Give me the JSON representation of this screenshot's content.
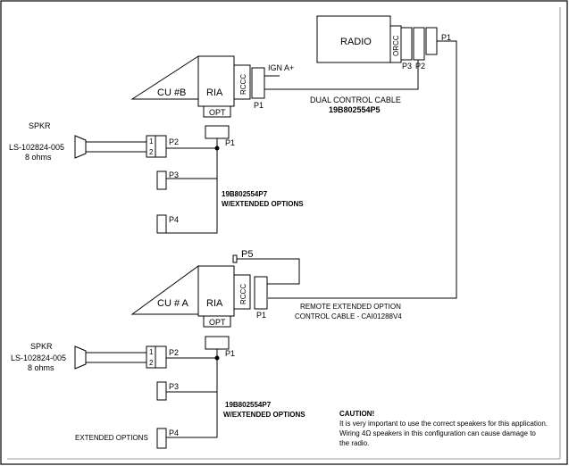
{
  "radio": {
    "label": "RADIO",
    "orcc": "ORCC",
    "p3": "P3",
    "p2": "P2",
    "p1": "P1"
  },
  "top_cu": {
    "cu_label": "CU #B",
    "ria_label": "RIA",
    "rccc_label": "RCCC",
    "opt_label": "OPT",
    "p1_label": "P1",
    "ign_label": "IGN A+",
    "p1_below": "P1"
  },
  "dual_cable": {
    "line1": "DUAL CONTROL CABLE",
    "line2": "19B802554P5"
  },
  "top_spkr": {
    "title": "SPKR",
    "part": "LS-102824-005",
    "ohms": "8 ohms",
    "pin1": "1",
    "pin2": "2"
  },
  "top_harness": {
    "p2": "P2",
    "p3": "P3",
    "p4": "P4",
    "part": "19B802554P7",
    "options": "W/EXTENDED OPTIONS"
  },
  "bottom_cu": {
    "cu_label": "CU # A",
    "ria_label": "RIA",
    "rccc_label": "RCCC",
    "opt_label": "OPT",
    "p1_label": "P1",
    "p1_below": "P1",
    "p5_label": "P5"
  },
  "remote_cable": {
    "line1": "REMOTE EXTENDED OPTION",
    "line2": "CONTROL CABLE - CAI01288V4"
  },
  "bottom_spkr": {
    "title": "SPKR",
    "part": "LS-102824-005",
    "ohms": "8 ohms",
    "pin1": "1",
    "pin2": "2"
  },
  "bottom_harness": {
    "p2": "P2",
    "p3": "P3",
    "p4": "P4",
    "part": "19B802554P7",
    "options": "W/EXTENDED OPTIONS",
    "extended": "EXTENDED OPTIONS"
  },
  "caution": {
    "title": "CAUTION!",
    "line1": "It is very important to use the correct speakers for this application.",
    "line2": "Wiring 4Ω speakers in this configuration can cause damage to",
    "line3": "the radio."
  }
}
